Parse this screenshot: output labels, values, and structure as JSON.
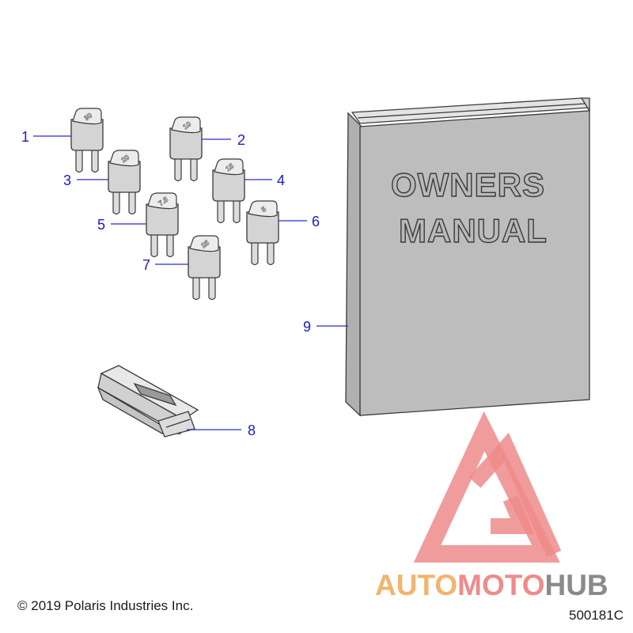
{
  "fuses": [
    {
      "callout": "1",
      "rating": "30"
    },
    {
      "callout": "2",
      "rating": "10"
    },
    {
      "callout": "3",
      "rating": "20"
    },
    {
      "callout": "4",
      "rating": "15"
    },
    {
      "callout": "5",
      "rating": "7.5"
    },
    {
      "callout": "6",
      "rating": "5"
    },
    {
      "callout": "7",
      "rating": "25"
    }
  ],
  "puller": {
    "callout": "8"
  },
  "manual": {
    "callout": "9",
    "title_line1": "OWNERS",
    "title_line2": "MANUAL"
  },
  "footer": {
    "copyright": "© 2019 Polaris Industries Inc.",
    "drawing_number": "500181C"
  },
  "watermark": {
    "part1": "AUTO",
    "part2": "MOTO",
    "part3": "HUB"
  },
  "colors": {
    "callout": "#1a1acc",
    "watermark_red": "#ef8b8b",
    "watermark_orange": "#f2b46c",
    "watermark_gray": "#8a8a8a"
  }
}
